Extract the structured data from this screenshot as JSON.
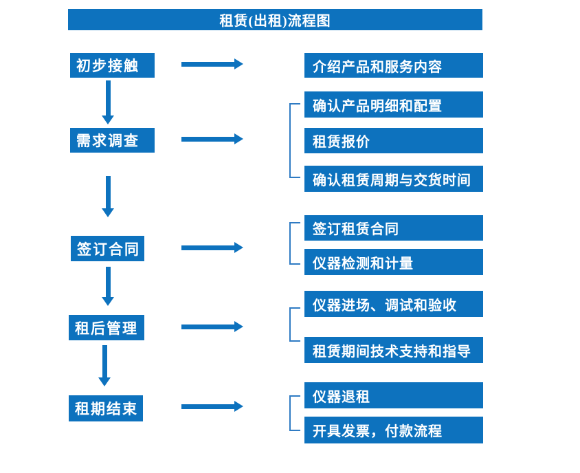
{
  "title": "租赁(出租)流程图",
  "colors": {
    "primary_blue": "#0d72be",
    "bracket_blue": "#2f7bc3",
    "text_white": "#ffffff",
    "background": "#ffffff"
  },
  "stages": [
    {
      "label": "初步接触",
      "outputs": [
        "介绍产品和服务内容"
      ]
    },
    {
      "label": "需求调查",
      "outputs": [
        "确认产品明细和配置",
        "租赁报价",
        "确认租赁周期与交货时间"
      ]
    },
    {
      "label": "签订合同",
      "outputs": [
        "签订租赁合同",
        "仪器检测和计量"
      ]
    },
    {
      "label": "租后管理",
      "outputs": [
        "仪器进场、调试和验收",
        "租赁期间技术支持和指导"
      ]
    },
    {
      "label": "租期结束",
      "outputs": [
        "仪器退租",
        "开具发票，付款流程"
      ]
    }
  ]
}
